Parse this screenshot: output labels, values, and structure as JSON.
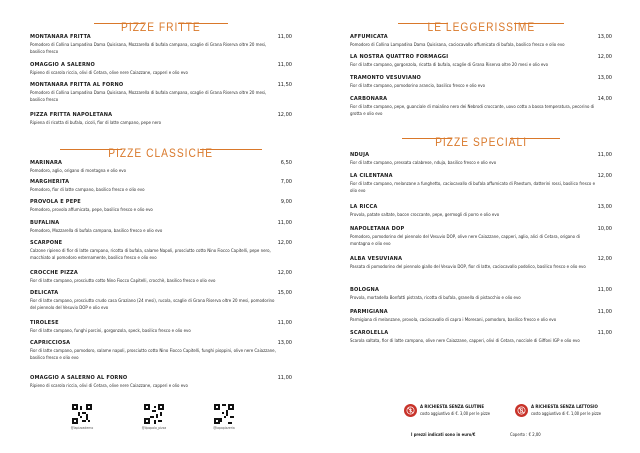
{
  "sections": {
    "fritte": {
      "title": "PIZZE FRITTE",
      "items": [
        {
          "name": "MONTANARA FRITTA",
          "price": "11,00",
          "desc": "Pomodoro di Collina Lampadina Dama Quisisana, Mozzarella di bufala campana, scaglie di Grana Riserva oltre 20 mesi, basilico fresco"
        },
        {
          "name": "OMAGGIO A SALERNO",
          "price": "11,00",
          "desc": "Ripieno di scarola riccia, olivi di Cetara, olive nere Caiazzane, capperi e olio evo"
        },
        {
          "name": "MONTANARA FRITTA AL FORNO",
          "price": "11,50",
          "desc": "Pomodoro di Collina Lampadina Dama Quisisana, Mozzarella di bufala campana, scaglie di Grana Riserva oltre 20 mesi, basilico fresco"
        },
        {
          "name": "PIZZA FRITTA NAPOLETANA",
          "price": "12,00",
          "desc": "Ripiena di ricotta di bufala, cicoli, fior di latte campano, pepe nero"
        }
      ]
    },
    "classiche": {
      "title": "PIZZE CLASSICHE",
      "items": [
        {
          "name": "MARINARA",
          "price": "6,50",
          "desc": "Pomodoro, aglio, origano di montagna e olio evo"
        },
        {
          "name": "MARGHERITA",
          "price": "7,00",
          "desc": "Pomodoro, fior di latte campano, basilico fresco e olio evo"
        },
        {
          "name": "PROVOLA E PEPE",
          "price": "9,00",
          "desc": "Pomodoro, provola affumicata, pepe, basilico fresco e olio evo"
        },
        {
          "name": "BUFALINA",
          "price": "11,00",
          "desc": "Pomodoro, Mozzarella di bufala campana, basilico fresco e olio evo"
        },
        {
          "name": "SCARPONE",
          "price": "12,00",
          "desc": "Calzone ripieno di fior di latte campano, ricotta di bufala, salame Napoli, prosciutto cotto Nino Fiocco Capitelli, pepe nero, macchiato al pomodoro esternamente, basilico fresco e olio evo"
        },
        {
          "name": "CROCCHE PIZZA",
          "price": "12,00",
          "desc": "Fior di latte campano, prosciutto cotto Nino Fiocco Capitelli, crocchè, basilico fresco e olio evo"
        },
        {
          "name": "DELICATA",
          "price": "15,00",
          "desc": "Fior di latte campano, prosciutto crudo casa Graziano (24 mesi), rucola, scaglie di Grana Riserva oltre 20 mesi, pomodorino del piennolo del Vesuvio DOP e olio evo"
        },
        {
          "name": "TIROLESE",
          "price": "11,00",
          "desc": "Fior di latte campano, funghi porcini, gorgonzola, speck, basilico fresco e olio evo"
        },
        {
          "name": "CAPRICCIOSA",
          "price": "13,00",
          "desc": "Fior di latte campano, pomodoro, salame napoli, prosciutto cotto Nino Fiocco Capitelli, funghi pioppini, olive nere Caiazzane, basilico fresco e olio evo"
        },
        {
          "name": "OMAGGIO A SALERNO AL FORNO",
          "price": "11,00",
          "desc": "Ripieno di scarola riccia, olivi di Cetara, olive nere Caiazzane, capperi e olio evo"
        }
      ]
    },
    "leggerissime": {
      "title": "LE LEGGERISSIME",
      "items": [
        {
          "name": "AFFUMICATA",
          "price": "13,00",
          "desc": "Pomodoro di Collina Lampadina Dama Quisisana, caciocavallo affumicato di bufala, basilico fresco e olio evo"
        },
        {
          "name": "LA NOSTRA QUATTRO FORMAGGI",
          "price": "12,00",
          "desc": "Fior di latte campano, gorgonzola, ricotta di bufala, scaglie di Grana Riserva oltre 20 mesi e olio evo"
        },
        {
          "name": "TRAMONTO VESUVIANO",
          "price": "13,00",
          "desc": "Fior di latte campano, pomodorino arancio, basilico fresco e olio evo"
        },
        {
          "name": "CARBONARA",
          "price": "14,00",
          "desc": "Fior di latte campano, pepe, guanciale di maialino nero dei Nebrodi croccante, uovo cotto a bassa temperatura, pecorino di grotta e olio evo"
        }
      ]
    },
    "speciali": {
      "title": "PIZZE SPECIALI",
      "items": [
        {
          "name": "NDUJA",
          "price": "11,00",
          "desc": "Fior di latte campano, pressata calabrese, nduja, basilico fresco e olio evo"
        },
        {
          "name": "LA CILENTANA",
          "price": "12,00",
          "desc": "Fior di latte campano, melanzane a funghetto, caciocavallo di bufala affumicato di Paestum, datterini rossi, basilico fresco e olio evo"
        },
        {
          "name": "LA RICCA",
          "price": "13,00",
          "desc": "Provola, patate saltate, bacon croccante, pepe, germogli di porro e olio evo"
        },
        {
          "name": "NAPOLETANA DOP",
          "price": "10,00",
          "desc": "Pomodoro, pomodorino del piennolo del Vesuvio DOP, olive nere Caiazzane, capperi, aglio, alici di Cetara, origano di montagna e olio evo"
        },
        {
          "name": "ALBA VESUVIANA",
          "price": "12,00",
          "desc": "Passata di pomodorino del piennolo giallo del Vesuvio DOP, fior di latte, caciocavallo podolico, basilico fresco e olio evo"
        },
        {
          "name": "BOLOGNA",
          "price": "11,00",
          "desc": "Provola, mortadella Bonfatti pistrata, ricotta di bufala, granella di pistacchio e olio evo"
        },
        {
          "name": "PARMIGIANA",
          "price": "11,00",
          "desc": "Parmigiana di melanzane, provola, caciocavallo di capra i Moresani, pomodoro, basilico fresco e olio evo"
        },
        {
          "name": "SCAROLELLA",
          "price": "11,00",
          "desc": "Scarola saltata, fior di latte campano, olive nere Caiazzane, capperi, olivi di Cetara, nocciole di Giffoni IGP e olio evo"
        }
      ]
    }
  },
  "qr_codes": [
    {
      "label": "@lapizzaderno"
    },
    {
      "label": "@ilpopolo_pizza"
    },
    {
      "label": "@lapapizzeria"
    }
  ],
  "allergens": [
    {
      "title": "A RICHIESTA SENZA GLUTINE",
      "note": "costo aggiuntivo di €. 3,00 per le pizze"
    },
    {
      "title": "A RICHIESTA SENZA LATTOSIO",
      "note": "costo aggiuntivo di €. 1,00 per le pizze"
    }
  ],
  "footer": {
    "prices_note": "I prezzi indicati sono in euro/€",
    "coperto": "Coperto : € 2,00"
  },
  "colors": {
    "accent": "#d9782a",
    "badge": "#c8332a"
  }
}
